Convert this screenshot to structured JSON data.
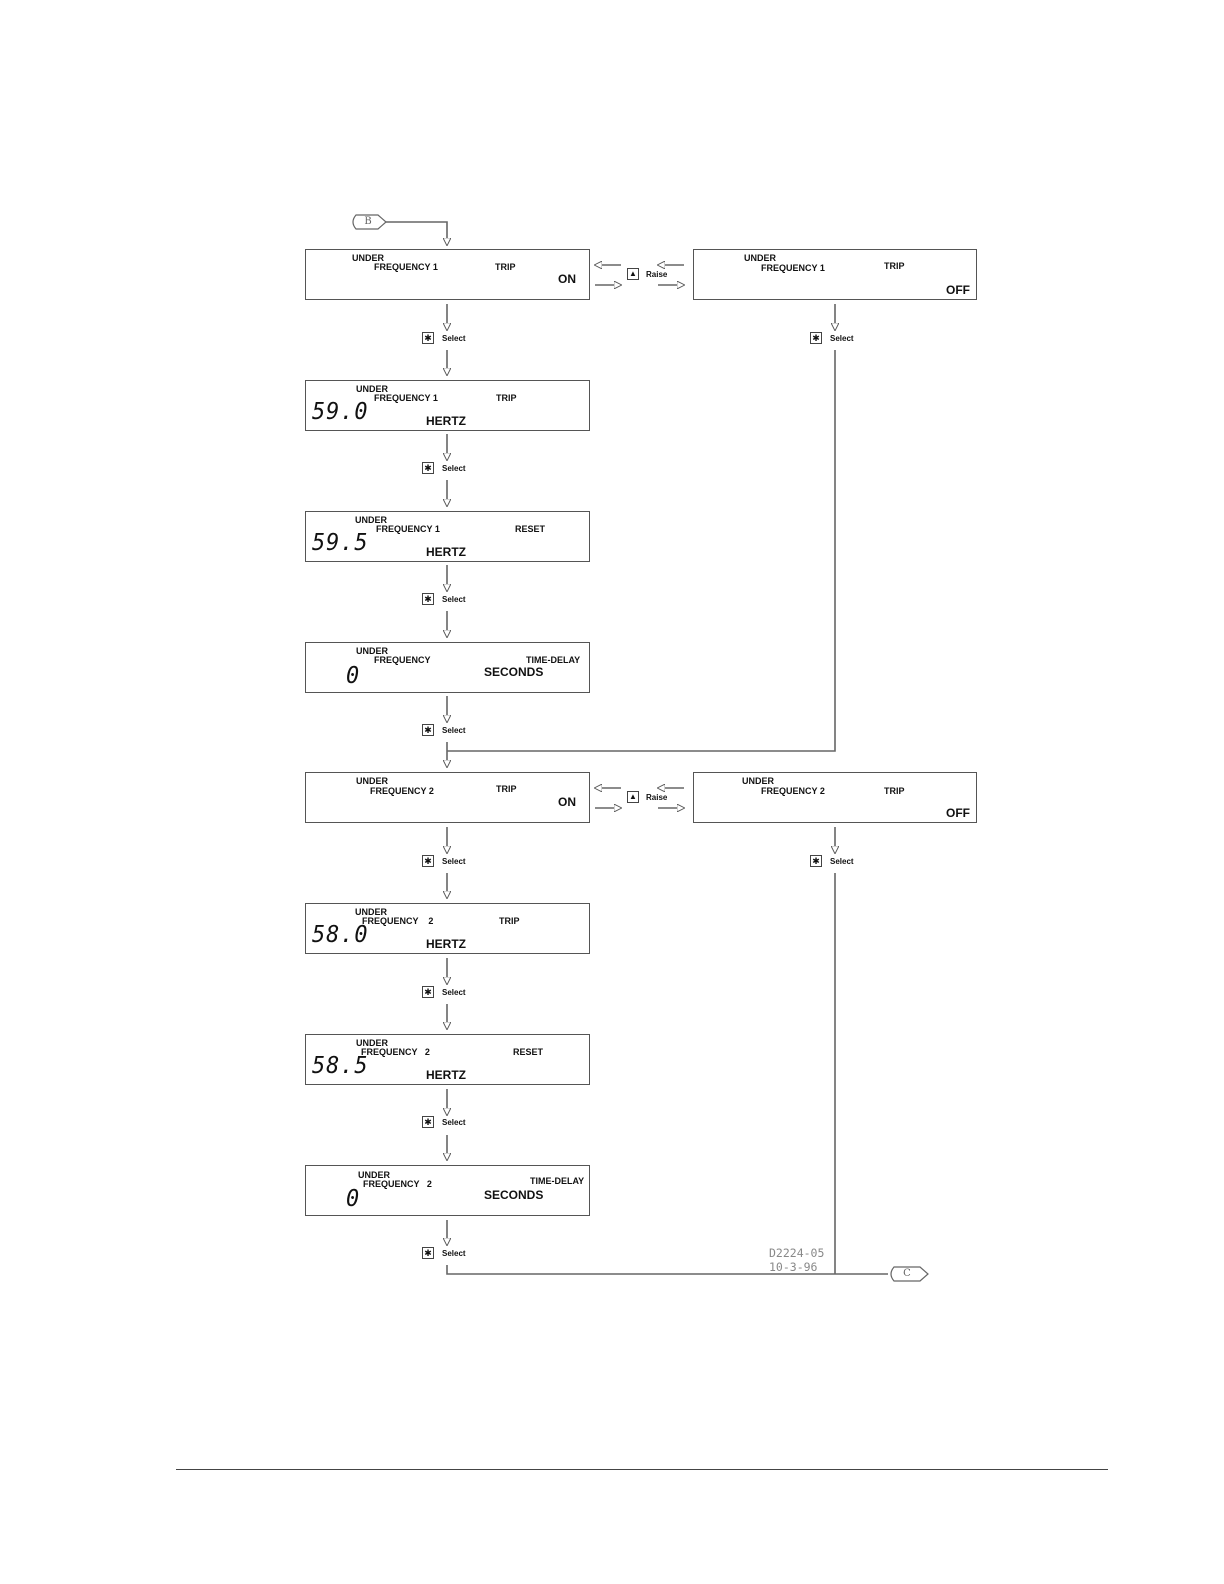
{
  "connectors": {
    "start": "B",
    "end": "C"
  },
  "drawing_code": {
    "number": "D2224-05",
    "date": "10-3-96"
  },
  "keys": {
    "select_label": "Select",
    "raise_label": "Raise",
    "select_symbol": "✱",
    "raise_symbol": "▲"
  },
  "displays": {
    "uf1_trip_on": {
      "l1": "UNDER",
      "l2": "FREQUENCY  1",
      "l3": "TRIP",
      "state": "ON"
    },
    "uf1_trip_off": {
      "l1": "UNDER",
      "l2": "FREQUENCY  1",
      "l3": "TRIP",
      "state": "OFF"
    },
    "uf1_trip_hz": {
      "l1": "UNDER",
      "l2": "FREQUENCY  1",
      "l3": "TRIP",
      "value": "59.0",
      "unit": "HERTZ"
    },
    "uf1_reset_hz": {
      "l1": "UNDER",
      "l2": "FREQUENCY  1",
      "l3": "RESET",
      "value": "59.5",
      "unit": "HERTZ"
    },
    "uf_time_delay": {
      "l1": "UNDER",
      "l2": "FREQUENCY",
      "l3": "TIME-DELAY",
      "value": "0",
      "unit": "SECONDS"
    },
    "uf2_trip_on": {
      "l1": "UNDER",
      "l2": "FREQUENCY  2",
      "l3": "TRIP",
      "state": "ON"
    },
    "uf2_trip_off": {
      "l1": "UNDER",
      "l2": "FREQUENCY  2",
      "l3": "TRIP",
      "state": "OFF"
    },
    "uf2_trip_hz": {
      "l1": "UNDER",
      "l2": "FREQUENCY    2",
      "l3": "TRIP",
      "value": "58.0",
      "unit": "HERTZ"
    },
    "uf2_reset_hz": {
      "l1": "UNDER",
      "l2": "FREQUENCY   2",
      "l3": "RESET",
      "value": "58.5",
      "unit": "HERTZ"
    },
    "uf2_time_delay": {
      "l1": "UNDER",
      "l2": "FREQUENCY   2",
      "l3": "TIME-DELAY",
      "value": "0",
      "unit": "SECONDS"
    }
  }
}
